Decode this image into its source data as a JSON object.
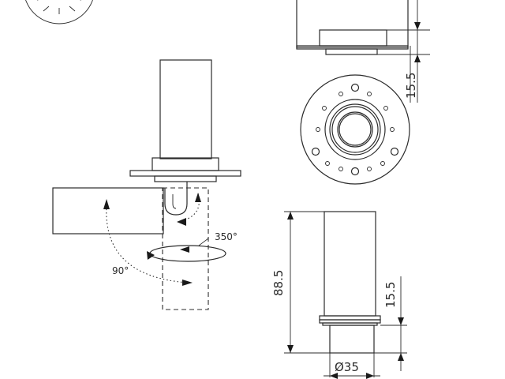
{
  "dimensions": {
    "top_height": "15.5",
    "total_length": "88.5",
    "bottom_height": "15.5",
    "diameter": "Ø35"
  },
  "angles": {
    "rotation": "350°",
    "tilt": "90°"
  }
}
